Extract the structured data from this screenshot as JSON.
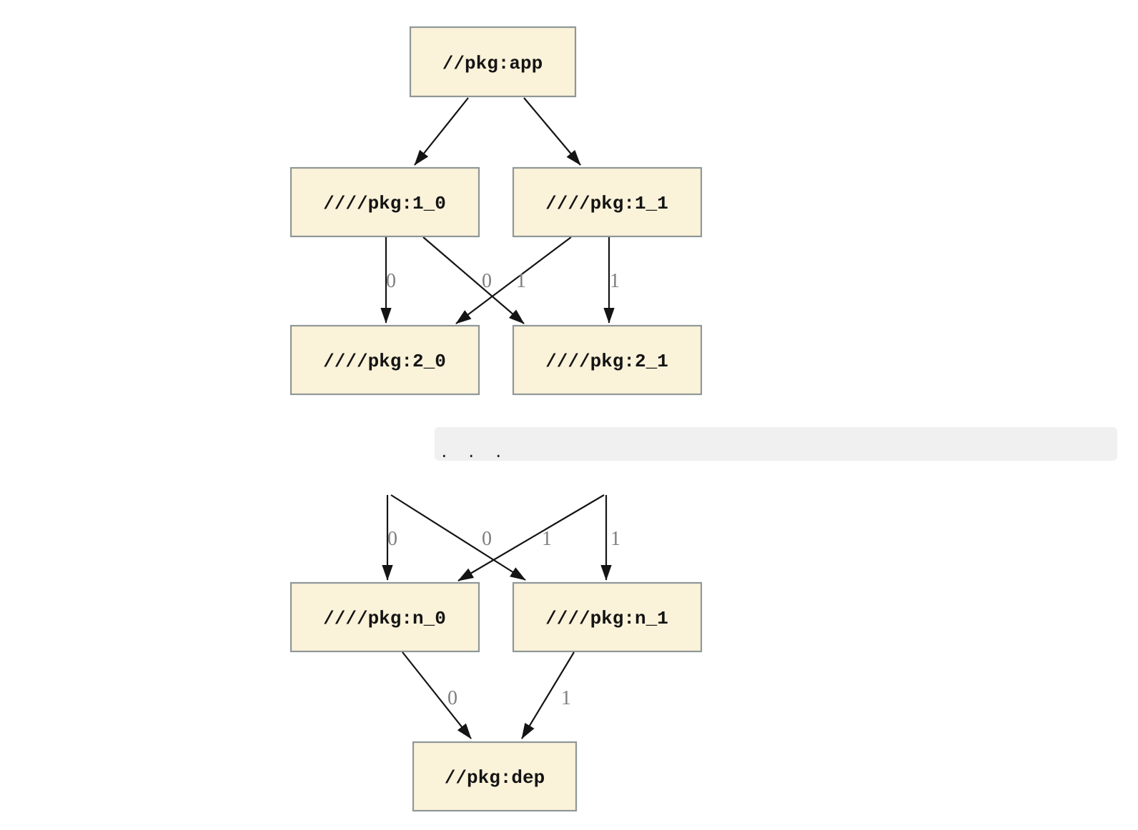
{
  "diagram": {
    "kind": "dependency-graph",
    "colors": {
      "node_fill": "#FAF2D9",
      "node_border": "#8F9797",
      "node_text": "#141414",
      "edge_stroke": "#141414",
      "edge_label_text": "#7E7E7E",
      "separator_bar": "#F0F0F0",
      "background": "#FFFFFF"
    },
    "upper_graph": {
      "nodes": {
        "app": "//pkg:app",
        "v1_0": "////pkg:1_0",
        "v1_1": "////pkg:1_1",
        "v2_0": "////pkg:2_0",
        "v2_1": "////pkg:2_1"
      },
      "edge_labels": {
        "v1_0_to_v2_0": "0",
        "v1_0_to_v2_1": "1",
        "v1_1_to_v2_0": "0",
        "v1_1_to_v2_1": "1"
      }
    },
    "separator": {
      "ellipsis": ".  .  ."
    },
    "lower_graph": {
      "nodes": {
        "vn_0": "////pkg:n_0",
        "vn_1": "////pkg:n_1",
        "dep": "//pkg:dep"
      },
      "edge_labels": {
        "left_straight_to_n_0": "0",
        "right_cross_to_n_0": "0",
        "left_cross_to_n_1": "1",
        "right_straight_to_n_1": "1",
        "n_0_to_dep": "0",
        "n_1_to_dep": "1"
      }
    }
  }
}
